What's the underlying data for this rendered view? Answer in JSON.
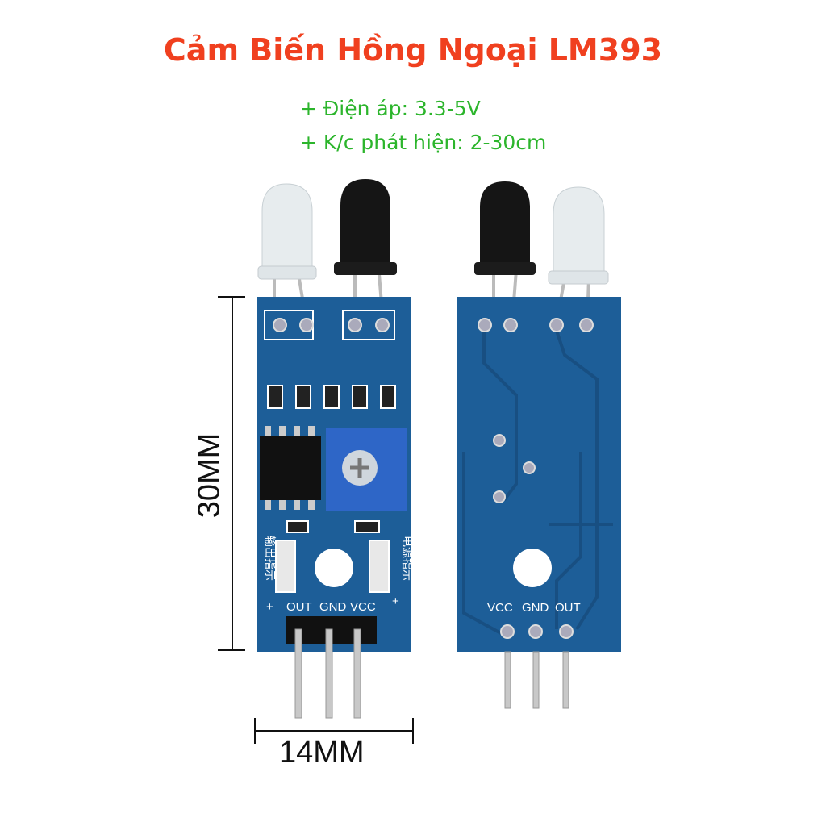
{
  "title": "Cảm Biến Hồng Ngoại LM393",
  "specs": [
    "+ Điện áp: 3.3-5V",
    "+ K/c phát hiện: 2-30cm"
  ],
  "dimensions": {
    "height_label": "30MM",
    "width_label": "14MM"
  },
  "front_board": {
    "pin_labels": [
      "OUT",
      "GND",
      "VCC"
    ],
    "output_indicator": "输出指示",
    "power_indicator": "电源指示",
    "plus": "+"
  },
  "back_board": {
    "pin_labels": [
      "VCC",
      "GND",
      "OUT"
    ]
  },
  "colors": {
    "title": "#f0401f",
    "specs": "#2cb52c",
    "pcb": "#1d5e98"
  }
}
